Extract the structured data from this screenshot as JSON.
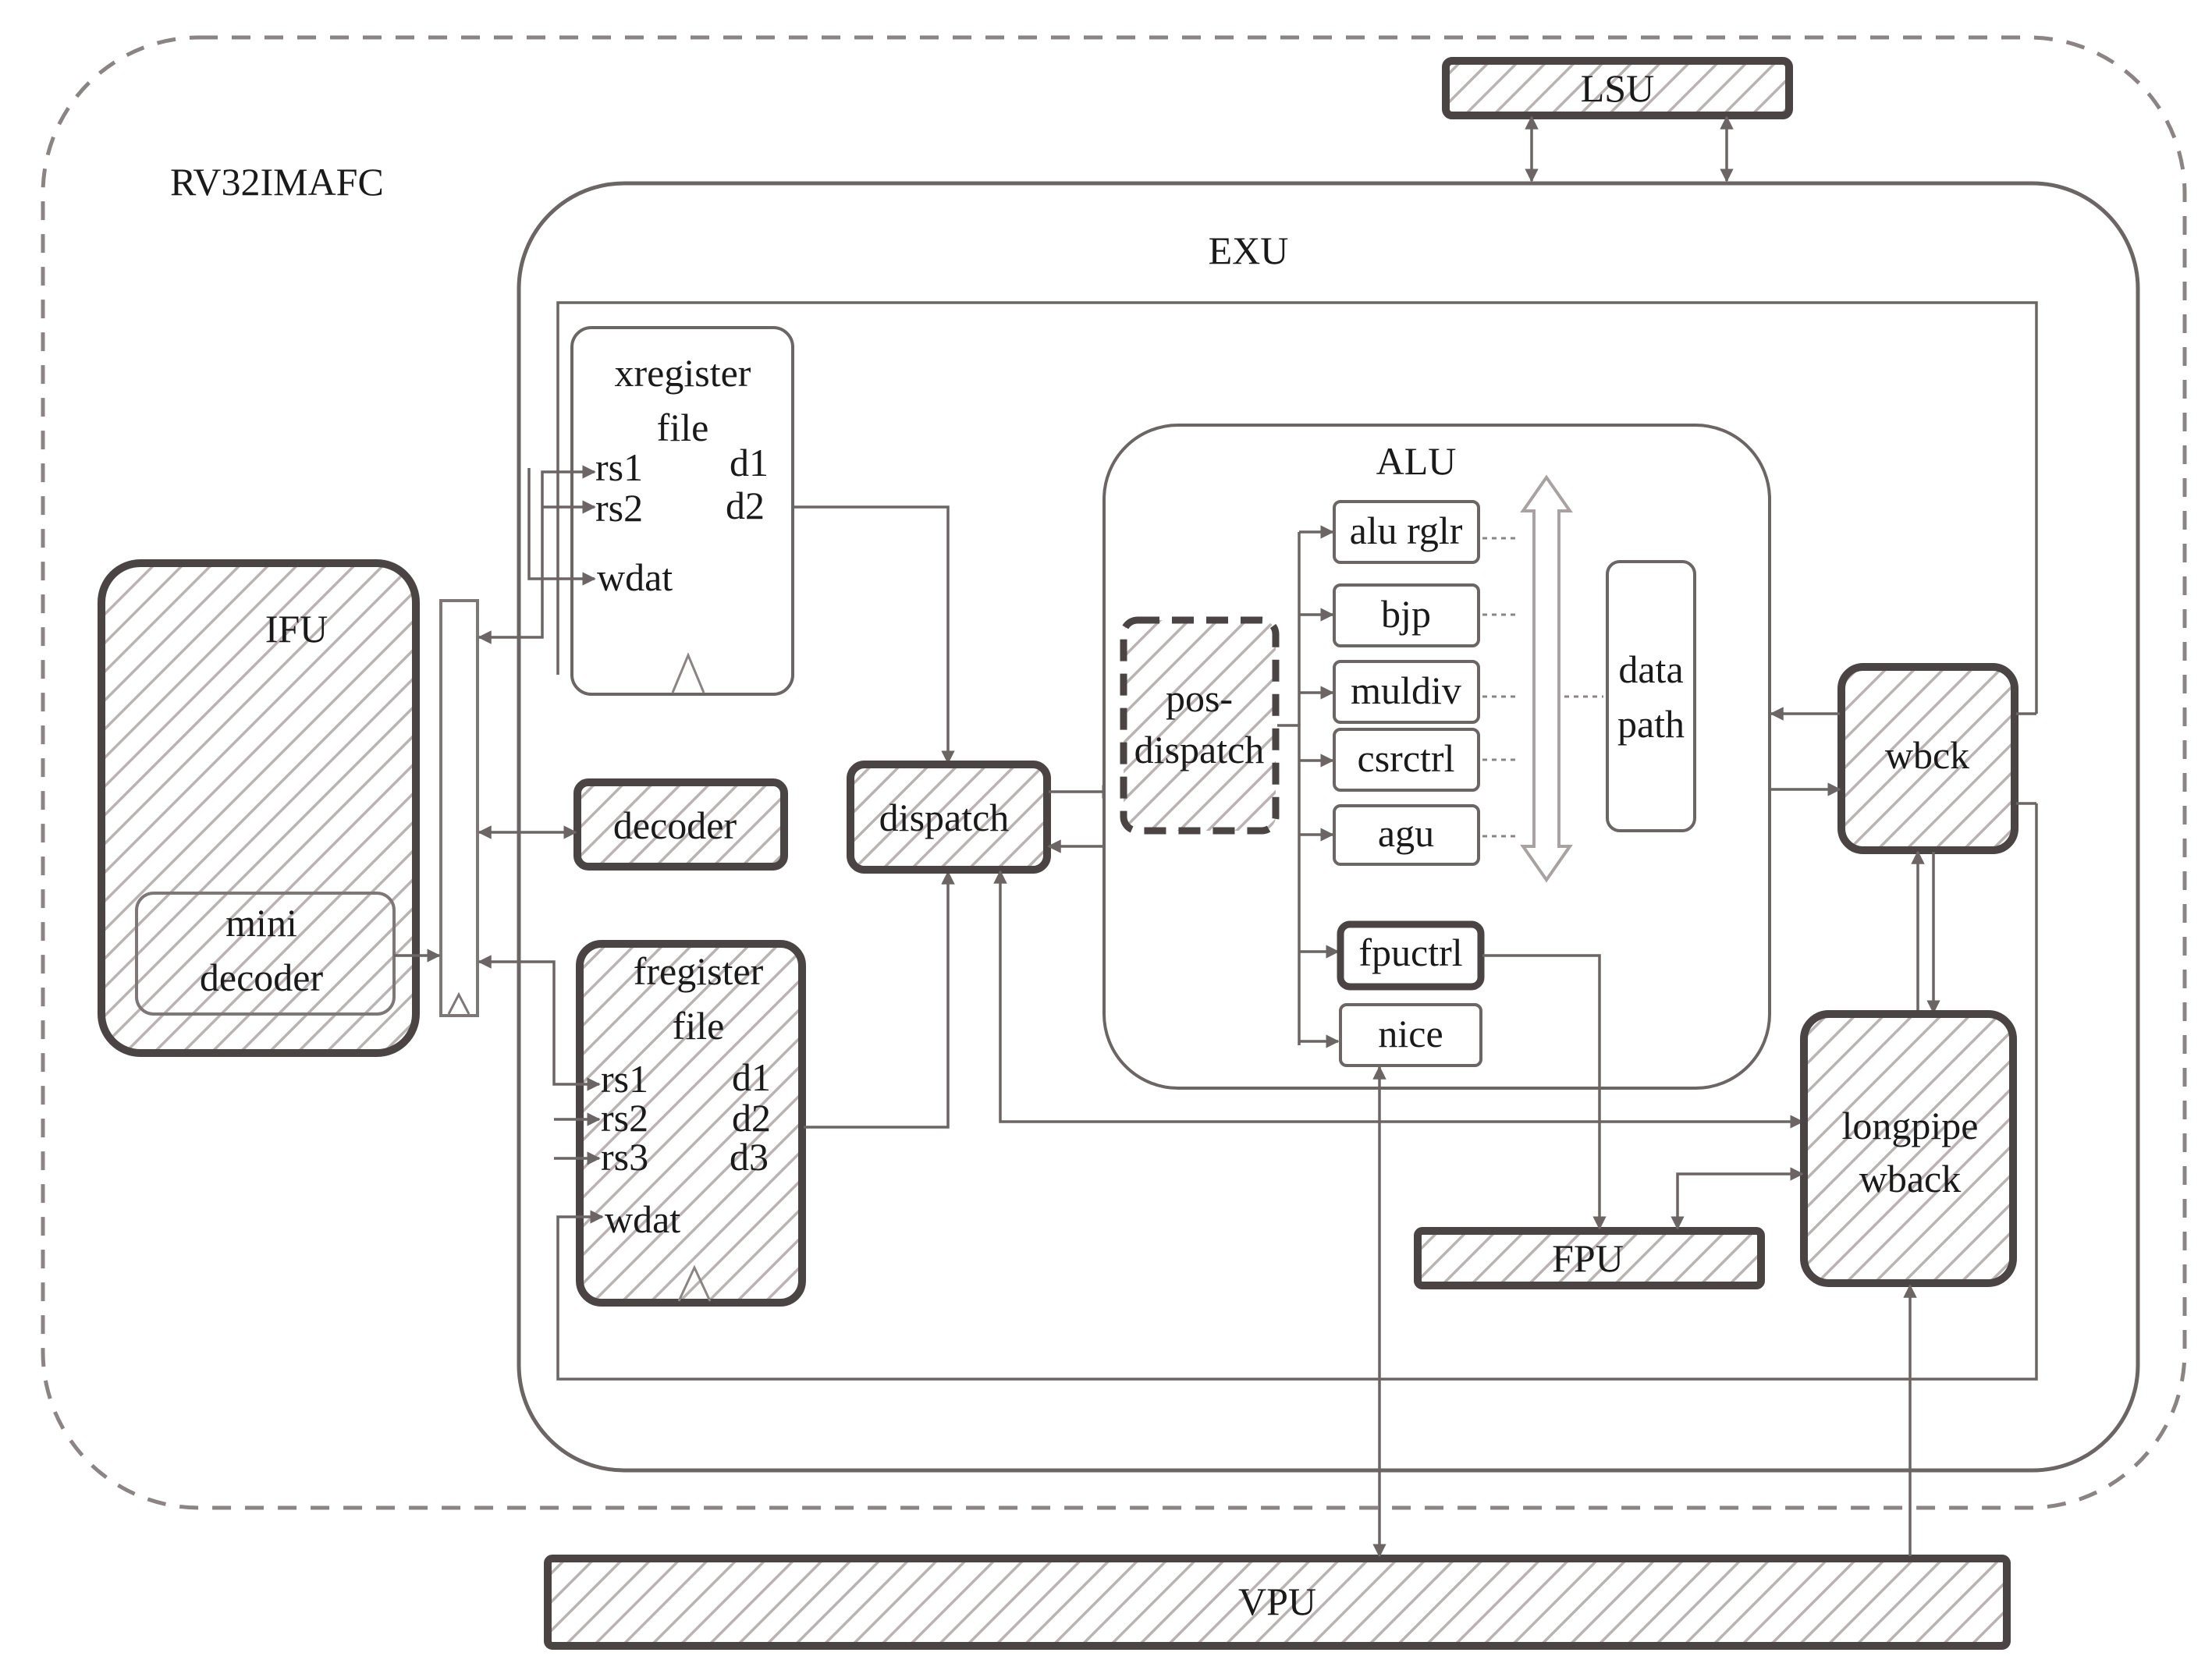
{
  "diagram": {
    "outer_label": "RV32IMAFC",
    "exu_label": "EXU",
    "lsu_label": "LSU",
    "vpu_label": "VPU",
    "fpu_label": "FPU",
    "ifu": {
      "label": "IFU",
      "mini_decoder_line1": "mini",
      "mini_decoder_line2": "decoder"
    },
    "decoder_label": "decoder",
    "dispatch_label": "dispatch",
    "xregister": {
      "title_line1": "xregister",
      "title_line2": "file",
      "rs1": "rs1",
      "rs2": "rs2",
      "wdat": "wdat",
      "d1": "d1",
      "d2": "d2"
    },
    "fregister": {
      "title_line1": "fregister",
      "title_line2": "file",
      "rs1": "rs1",
      "rs2": "rs2",
      "rs3": "rs3",
      "wdat": "wdat",
      "d1": "d1",
      "d2": "d2",
      "d3": "d3"
    },
    "alu": {
      "label": "ALU",
      "pos_dispatch_line1": "pos-",
      "pos_dispatch_line2": "dispatch",
      "units": {
        "alu_rglr": "alu rglr",
        "bjp": "bjp",
        "muldiv": "muldiv",
        "csrctrl": "csrctrl",
        "agu": "agu",
        "fpuctrl": "fpuctrl",
        "nice": "nice"
      },
      "datapath_line1": "data",
      "datapath_line2": "path"
    },
    "wbck_label": "wbck",
    "longpipe_line1": "longpipe",
    "longpipe_line2": "wback"
  }
}
